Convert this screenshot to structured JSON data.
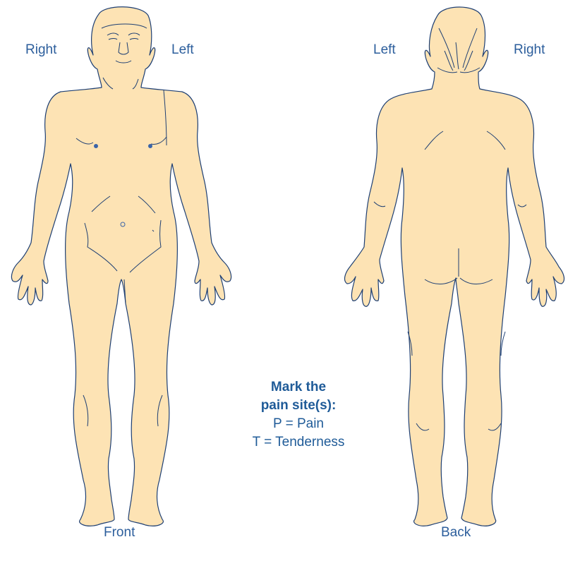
{
  "front": {
    "right_label": "Right",
    "left_label": "Left",
    "caption": "Front"
  },
  "back": {
    "left_label": "Left",
    "right_label": "Right",
    "caption": "Back"
  },
  "instructions": {
    "line1": "Mark the",
    "line2": "pain site(s):",
    "line3": "P = Pain",
    "line4": "T = Tenderness"
  },
  "colors": {
    "skin": "#fde3b4",
    "outline": "#1e3f73",
    "text": "#2c5e9c"
  }
}
